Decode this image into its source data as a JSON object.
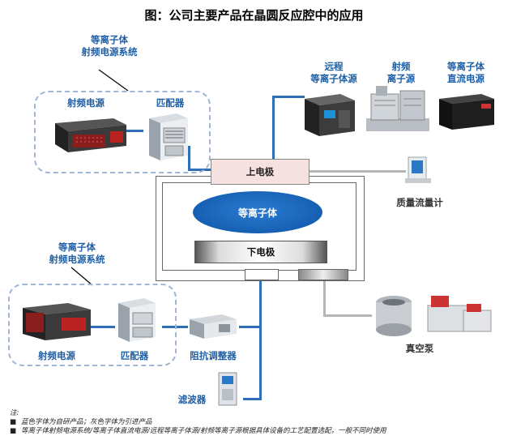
{
  "title": "图：公司主要产品在晶圆反应腔中的应用",
  "top_system": {
    "label_line1": "等离子体",
    "label_line2": "射频电源系统",
    "rf_power": "射频电源",
    "matcher": "匹配器"
  },
  "bottom_system": {
    "label_line1": "等离子体",
    "label_line2": "射频电源系统",
    "rf_power": "射频电源",
    "matcher": "匹配器"
  },
  "right_products": {
    "remote_line1": "远程",
    "remote_line2": "等离子体源",
    "rf_line1": "射频",
    "rf_line2": "离子源",
    "dc_line1": "等离子体",
    "dc_line2": "直流电源"
  },
  "chamber": {
    "upper_electrode": "上电极",
    "plasma": "等离子体",
    "lower_electrode": "下电极"
  },
  "impedance_tuner": "阻抗调整器",
  "filter": "滤波器",
  "mass_flow_meter": "质量流量计",
  "vacuum_pump": "真空泵",
  "notes": {
    "heading": "注:",
    "items": [
      "蓝色字体为自研产品；灰色字体为引进产品",
      "等离子体射频电源系统/等离子体直流电源/远程等离子体源/射频等离子源根据具体设备的工艺配置选配，一般不同时使用"
    ]
  },
  "colors": {
    "blue_text": "#1F5FA6",
    "line_blue": "#2E6FB6",
    "line_gray": "#B5B5B5",
    "plasma": "#1660B3",
    "dashed_border": "#9FB6D4"
  }
}
